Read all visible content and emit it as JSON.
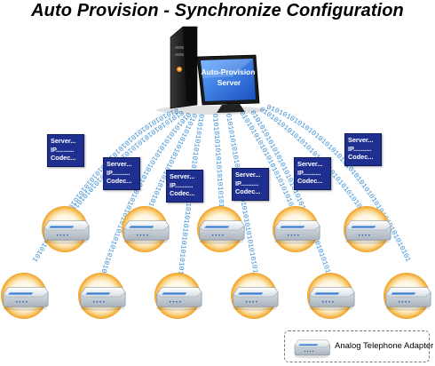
{
  "title": "Auto Provision - Synchronize Configuration",
  "server": {
    "label_line1": "Auto-Provision",
    "label_line2": "Server"
  },
  "config_cards": [
    {
      "line1": "Server...",
      "line2": "IP..........",
      "line3": "Codec..."
    },
    {
      "line1": "Server...",
      "line2": "IP..........",
      "line3": "Codec..."
    },
    {
      "line1": "Server...",
      "line2": "IP..........",
      "line3": "Codec..."
    },
    {
      "line1": "Server...",
      "line2": "IP..........",
      "line3": "Codec..."
    },
    {
      "line1": "Server...",
      "line2": "IP..........",
      "line3": "Codec..."
    },
    {
      "line1": "Server...",
      "line2": "IP..........",
      "line3": "Codec..."
    }
  ],
  "binary_stream_text": "01010101010101010101010101010101010101010101010101",
  "legend": {
    "label": "Analog Telephone Adapter",
    "icon": "telephone-adapter-icon"
  },
  "colors": {
    "card_bg": "#1f2f8f",
    "stream": "#3a8fd6",
    "halo": "#f5a623",
    "server_screen": "#2a6fe0"
  }
}
